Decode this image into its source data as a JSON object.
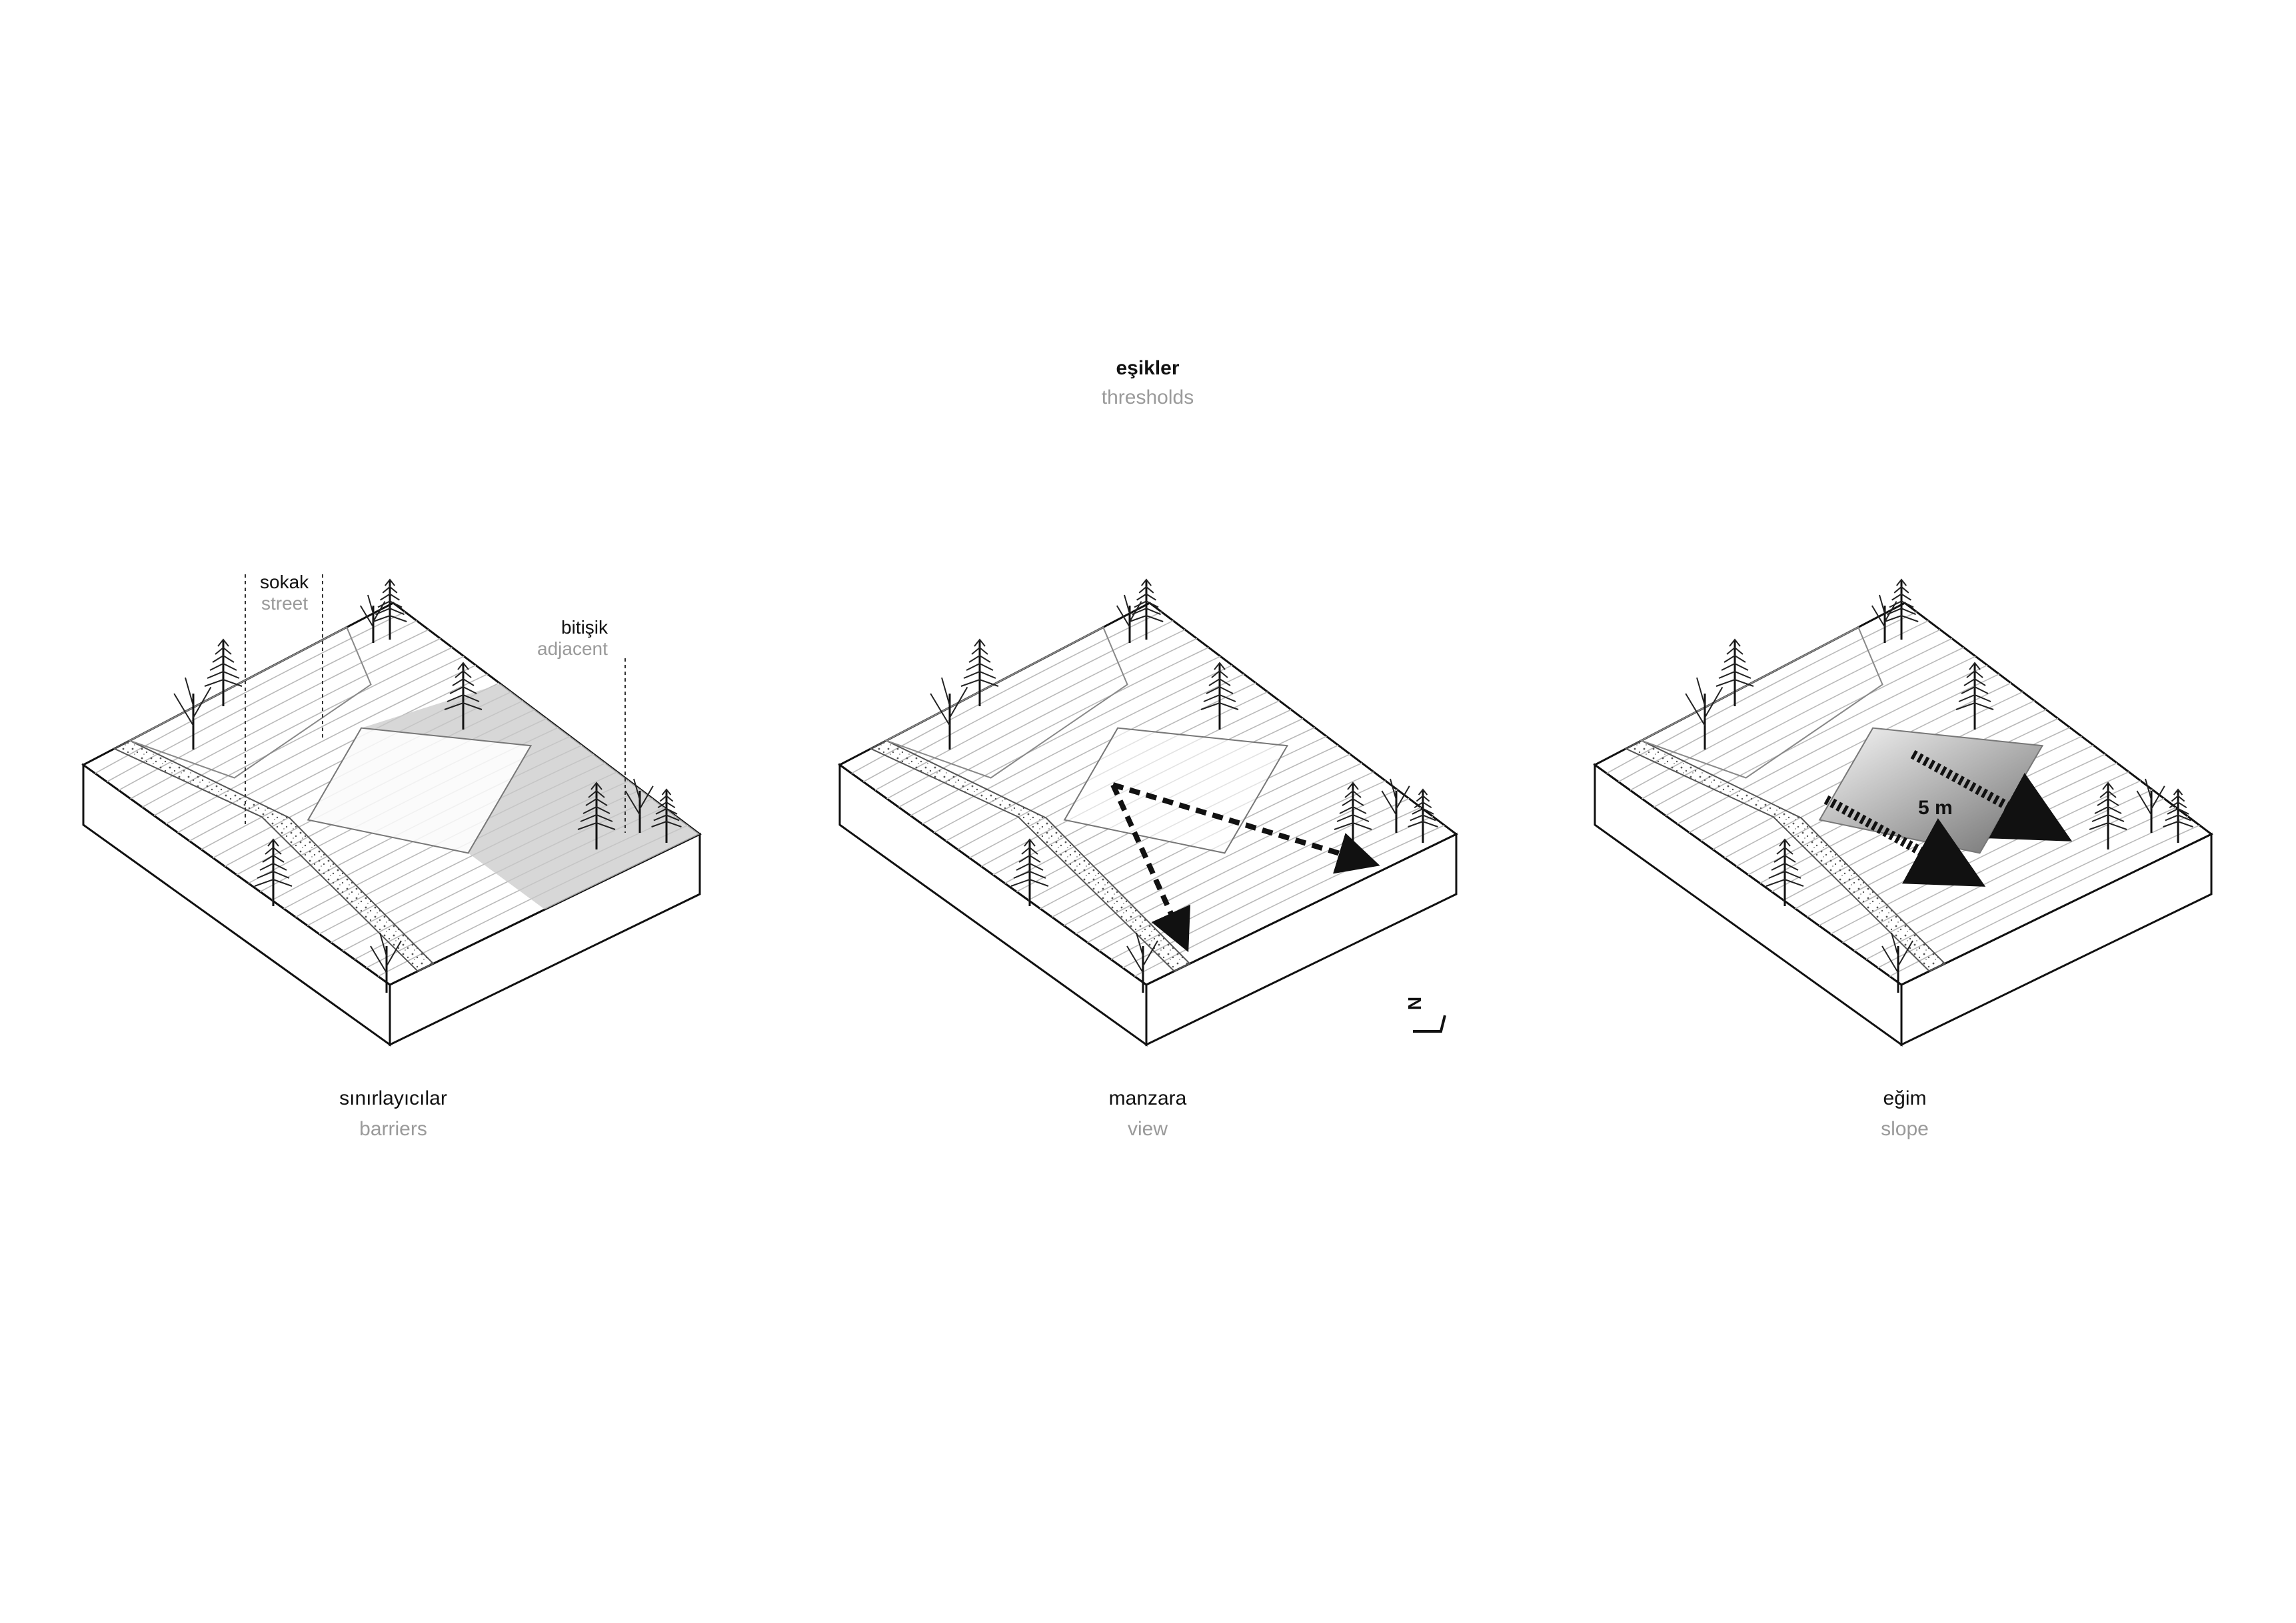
{
  "header": {
    "title": "eşikler",
    "subtitle": "thresholds"
  },
  "panels": [
    {
      "id": "barriers",
      "caption": "sınırlayıcılar",
      "caption_en": "barriers",
      "annotations": [
        {
          "label": "sokak",
          "label_en": "street"
        },
        {
          "label": "bitişik",
          "label_en": "adjacent"
        }
      ]
    },
    {
      "id": "view",
      "caption": "manzara",
      "caption_en": "view"
    },
    {
      "id": "slope",
      "caption": "eğim",
      "caption_en": "slope",
      "dimension": "5 m"
    }
  ],
  "north_arrow": {
    "label": "N"
  }
}
